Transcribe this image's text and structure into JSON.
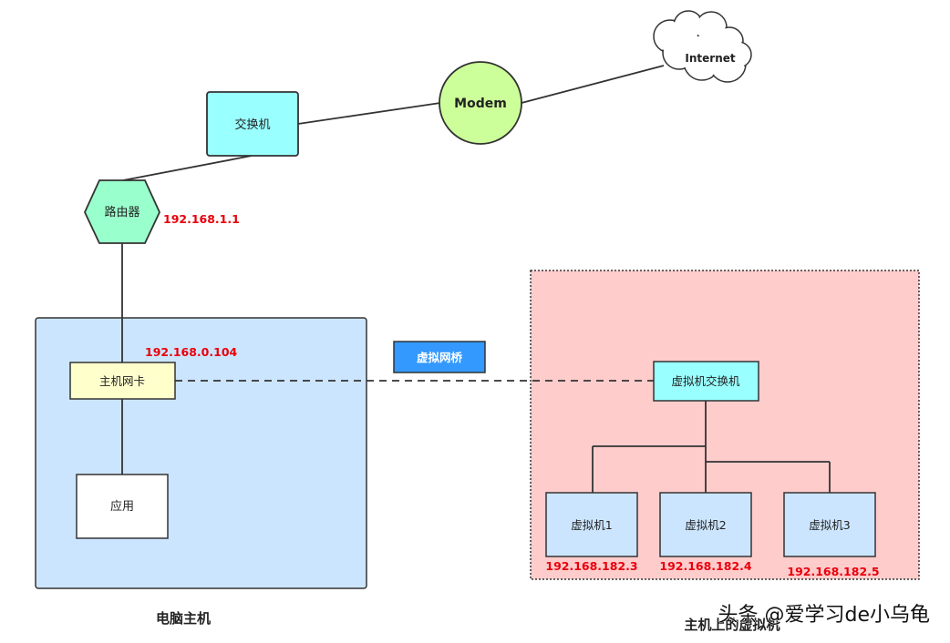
{
  "nodes": {
    "internet": "Internet",
    "modem": "Modem",
    "switch": "交换机",
    "router": "路由器",
    "host_nic": "主机网卡",
    "app": "应用",
    "vm_switch": "虚拟机交换机",
    "vm1": "虚拟机1",
    "vm2": "虚拟机2",
    "vm3": "虚拟机3"
  },
  "ips": {
    "router": "192.168.1.1",
    "host_nic": "192.168.0.104",
    "vm1": "192.168.182.3",
    "vm2": "192.168.182.4",
    "vm3": "192.168.182.5"
  },
  "labels": {
    "bridge": "虚拟网桥",
    "host_area": "电脑主机",
    "vm_area": "主机上的虚拟机",
    "watermark": "头条 @爱学习de小乌龟"
  },
  "colors": {
    "switch_fill": "#99ffff",
    "modem_fill": "#ccff99",
    "router_fill": "#99ffcc",
    "host_area_fill": "#cce5ff",
    "vm_area_fill": "#ffcccc",
    "nic_fill": "#ffffcc",
    "vm_fill": "#cce5ff",
    "bridge_fill": "#3399ff",
    "ip_color": "#e8000b"
  }
}
